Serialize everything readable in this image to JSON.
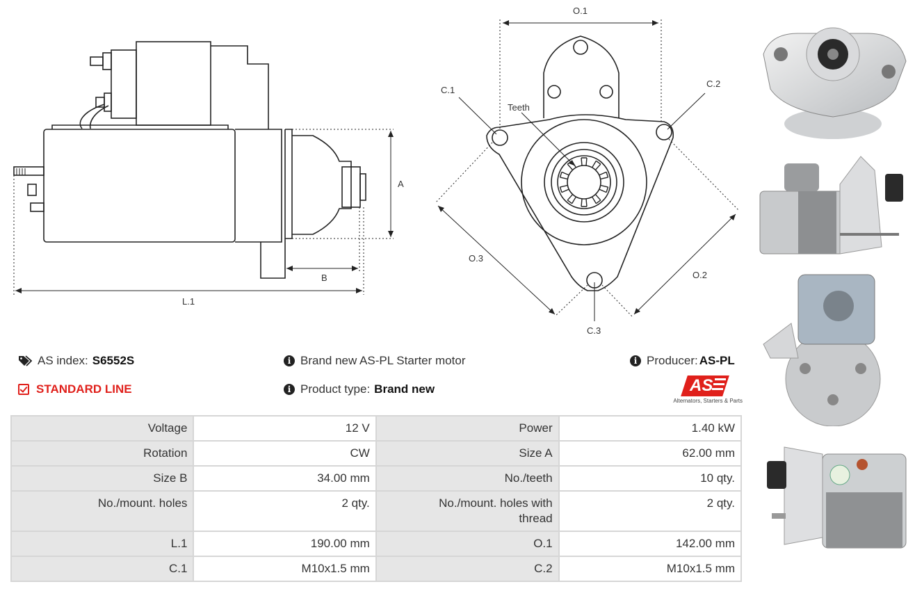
{
  "drawing_labels": {
    "o1": "O.1",
    "o2": "O.2",
    "o3": "O.3",
    "c1": "C.1",
    "c2": "C.2",
    "c3": "C.3",
    "teeth": "Teeth",
    "a": "A",
    "b": "B",
    "l1": "L.1"
  },
  "info": {
    "as_index_label": "AS index:",
    "as_index_value": "S6552S",
    "standard_line": "STANDARD LINE",
    "description": "Brand new AS-PL Starter motor",
    "product_type_label": "Product type:",
    "product_type_value": "Brand new",
    "producer_label": "Producer:",
    "producer_value": "AS-PL",
    "logo_text": "AS",
    "logo_tagline": "Alternators, Starters & Parts"
  },
  "specs": [
    {
      "l1": "Voltage",
      "v1": "12 V",
      "l2": "Power",
      "v2": "1.40 kW"
    },
    {
      "l1": "Rotation",
      "v1": "CW",
      "l2": "Size A",
      "v2": "62.00 mm"
    },
    {
      "l1": "Size B",
      "v1": "34.00 mm",
      "l2": "No./teeth",
      "v2": "10 qty."
    },
    {
      "l1": "No./mount. holes",
      "v1": "2 qty.",
      "l2": "No./mount. holes with thread",
      "v2": "2 qty."
    },
    {
      "l1": "L.1",
      "v1": "190.00 mm",
      "l2": "O.1",
      "v2": "142.00 mm"
    },
    {
      "l1": "C.1",
      "v1": "M10x1.5 mm",
      "l2": "C.2",
      "v2": "M10x1.5 mm"
    }
  ],
  "photos": [
    {
      "name": "front-view"
    },
    {
      "name": "side-view"
    },
    {
      "name": "rear-view"
    },
    {
      "name": "top-view"
    }
  ],
  "colors": {
    "accent_red": "#e0201b",
    "label_bg": "#e6e6e6",
    "border": "#d6d6d6"
  }
}
